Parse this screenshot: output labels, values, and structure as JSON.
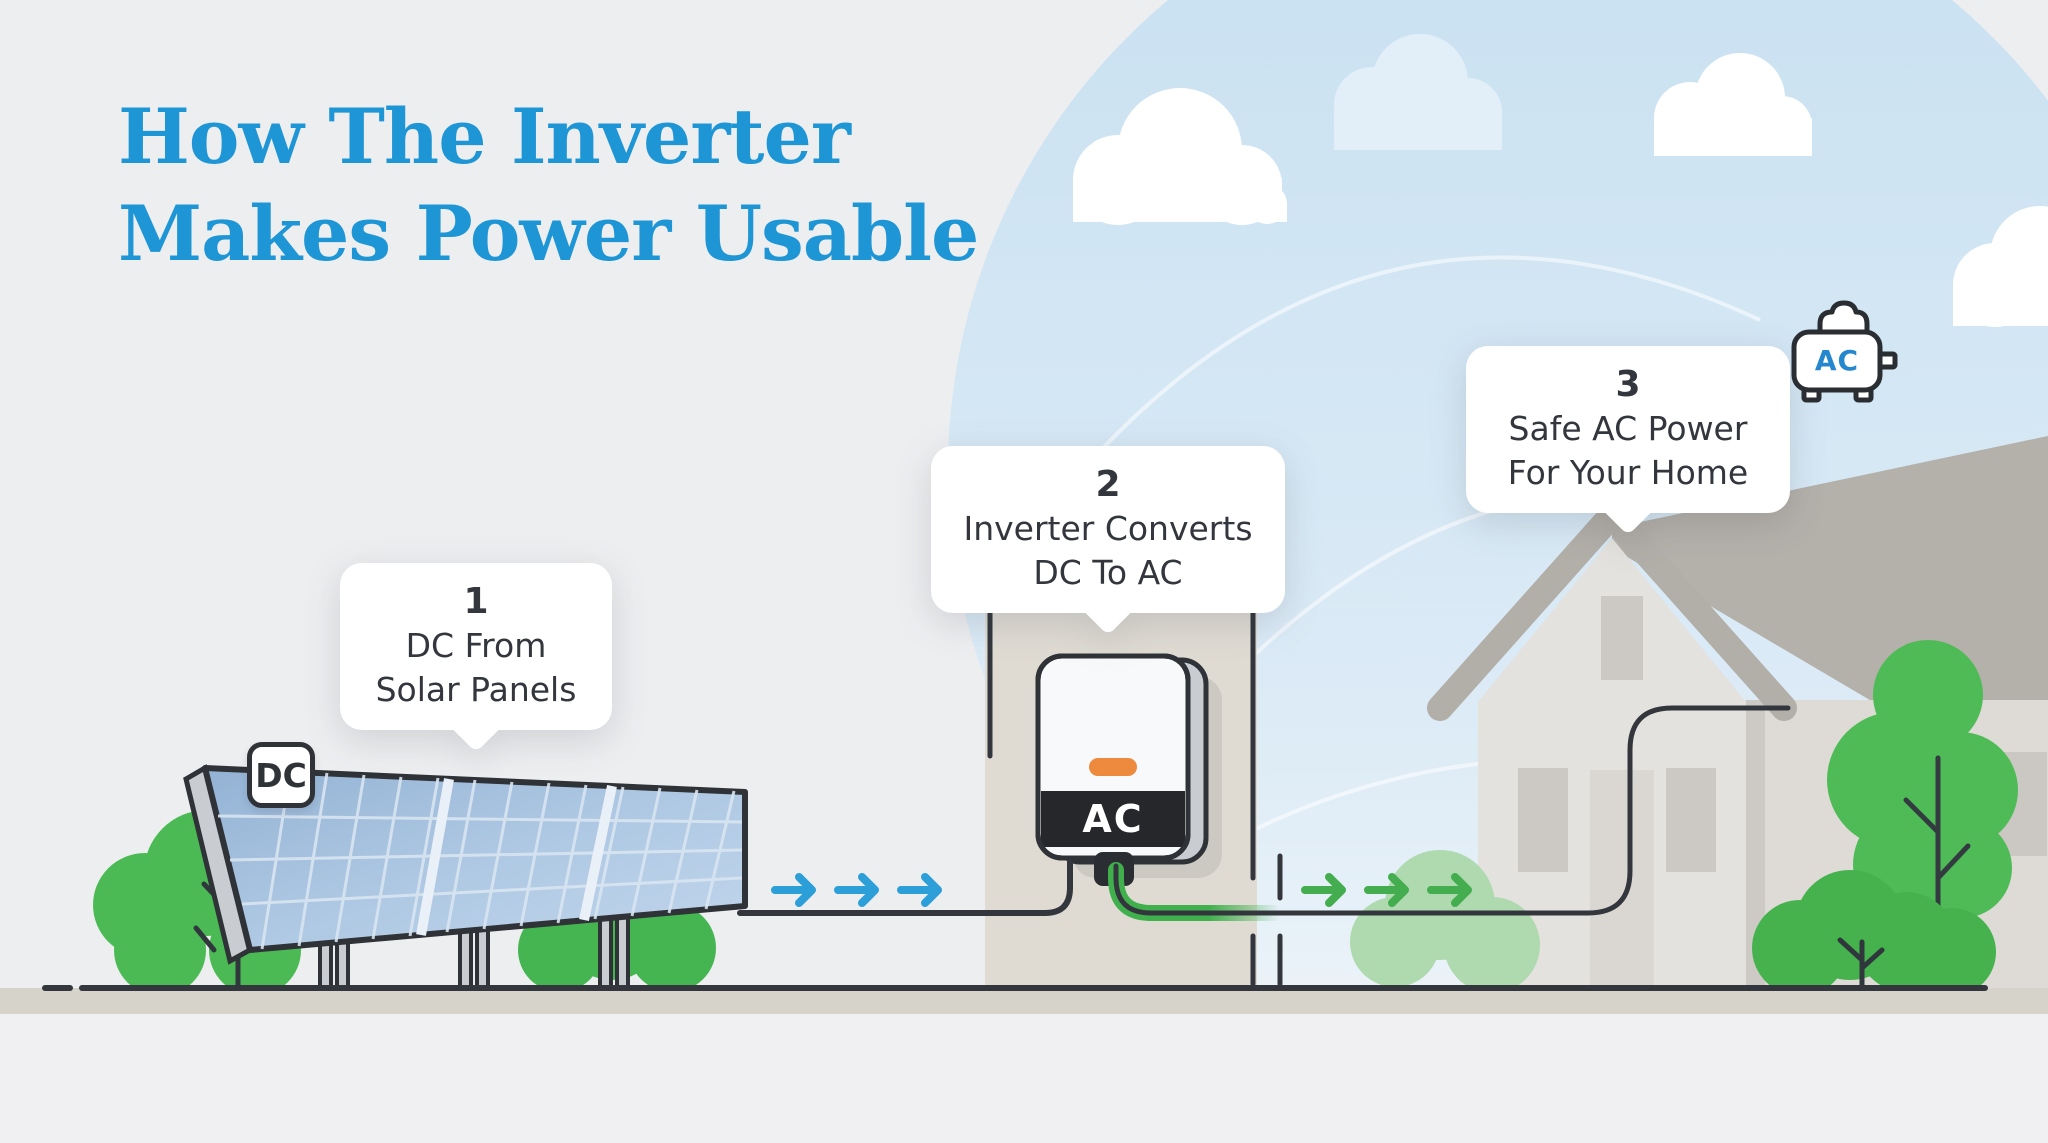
{
  "title": {
    "line1": "How The Inverter",
    "line2": "Makes Power Usable"
  },
  "callouts": [
    {
      "number": "1",
      "line1": "DC From",
      "line2": "Solar Panels"
    },
    {
      "number": "2",
      "line1": "Inverter Converts",
      "line2": "DC To AC"
    },
    {
      "number": "3",
      "line1": "Safe AC Power",
      "line2": "For Your Home"
    }
  ],
  "badges": {
    "dc_source": "DC",
    "inverter_output": "AC",
    "toaster_power": "AC"
  },
  "colors": {
    "title_blue": "#1E96D6",
    "callout_text": "#33363D",
    "dc_arrow_blue": "#2C9FD9",
    "ac_arrow_green": "#43AD4F",
    "wire_dark": "#33373D",
    "ac_wire_green": "#3FB04C",
    "led_orange": "#EE8A3E",
    "ac_band_dark": "#26272B",
    "sky_circle_blue": "#C7E0F1",
    "foliage_green": "#4BBA54",
    "ground_strip": "#D6D3CB"
  }
}
